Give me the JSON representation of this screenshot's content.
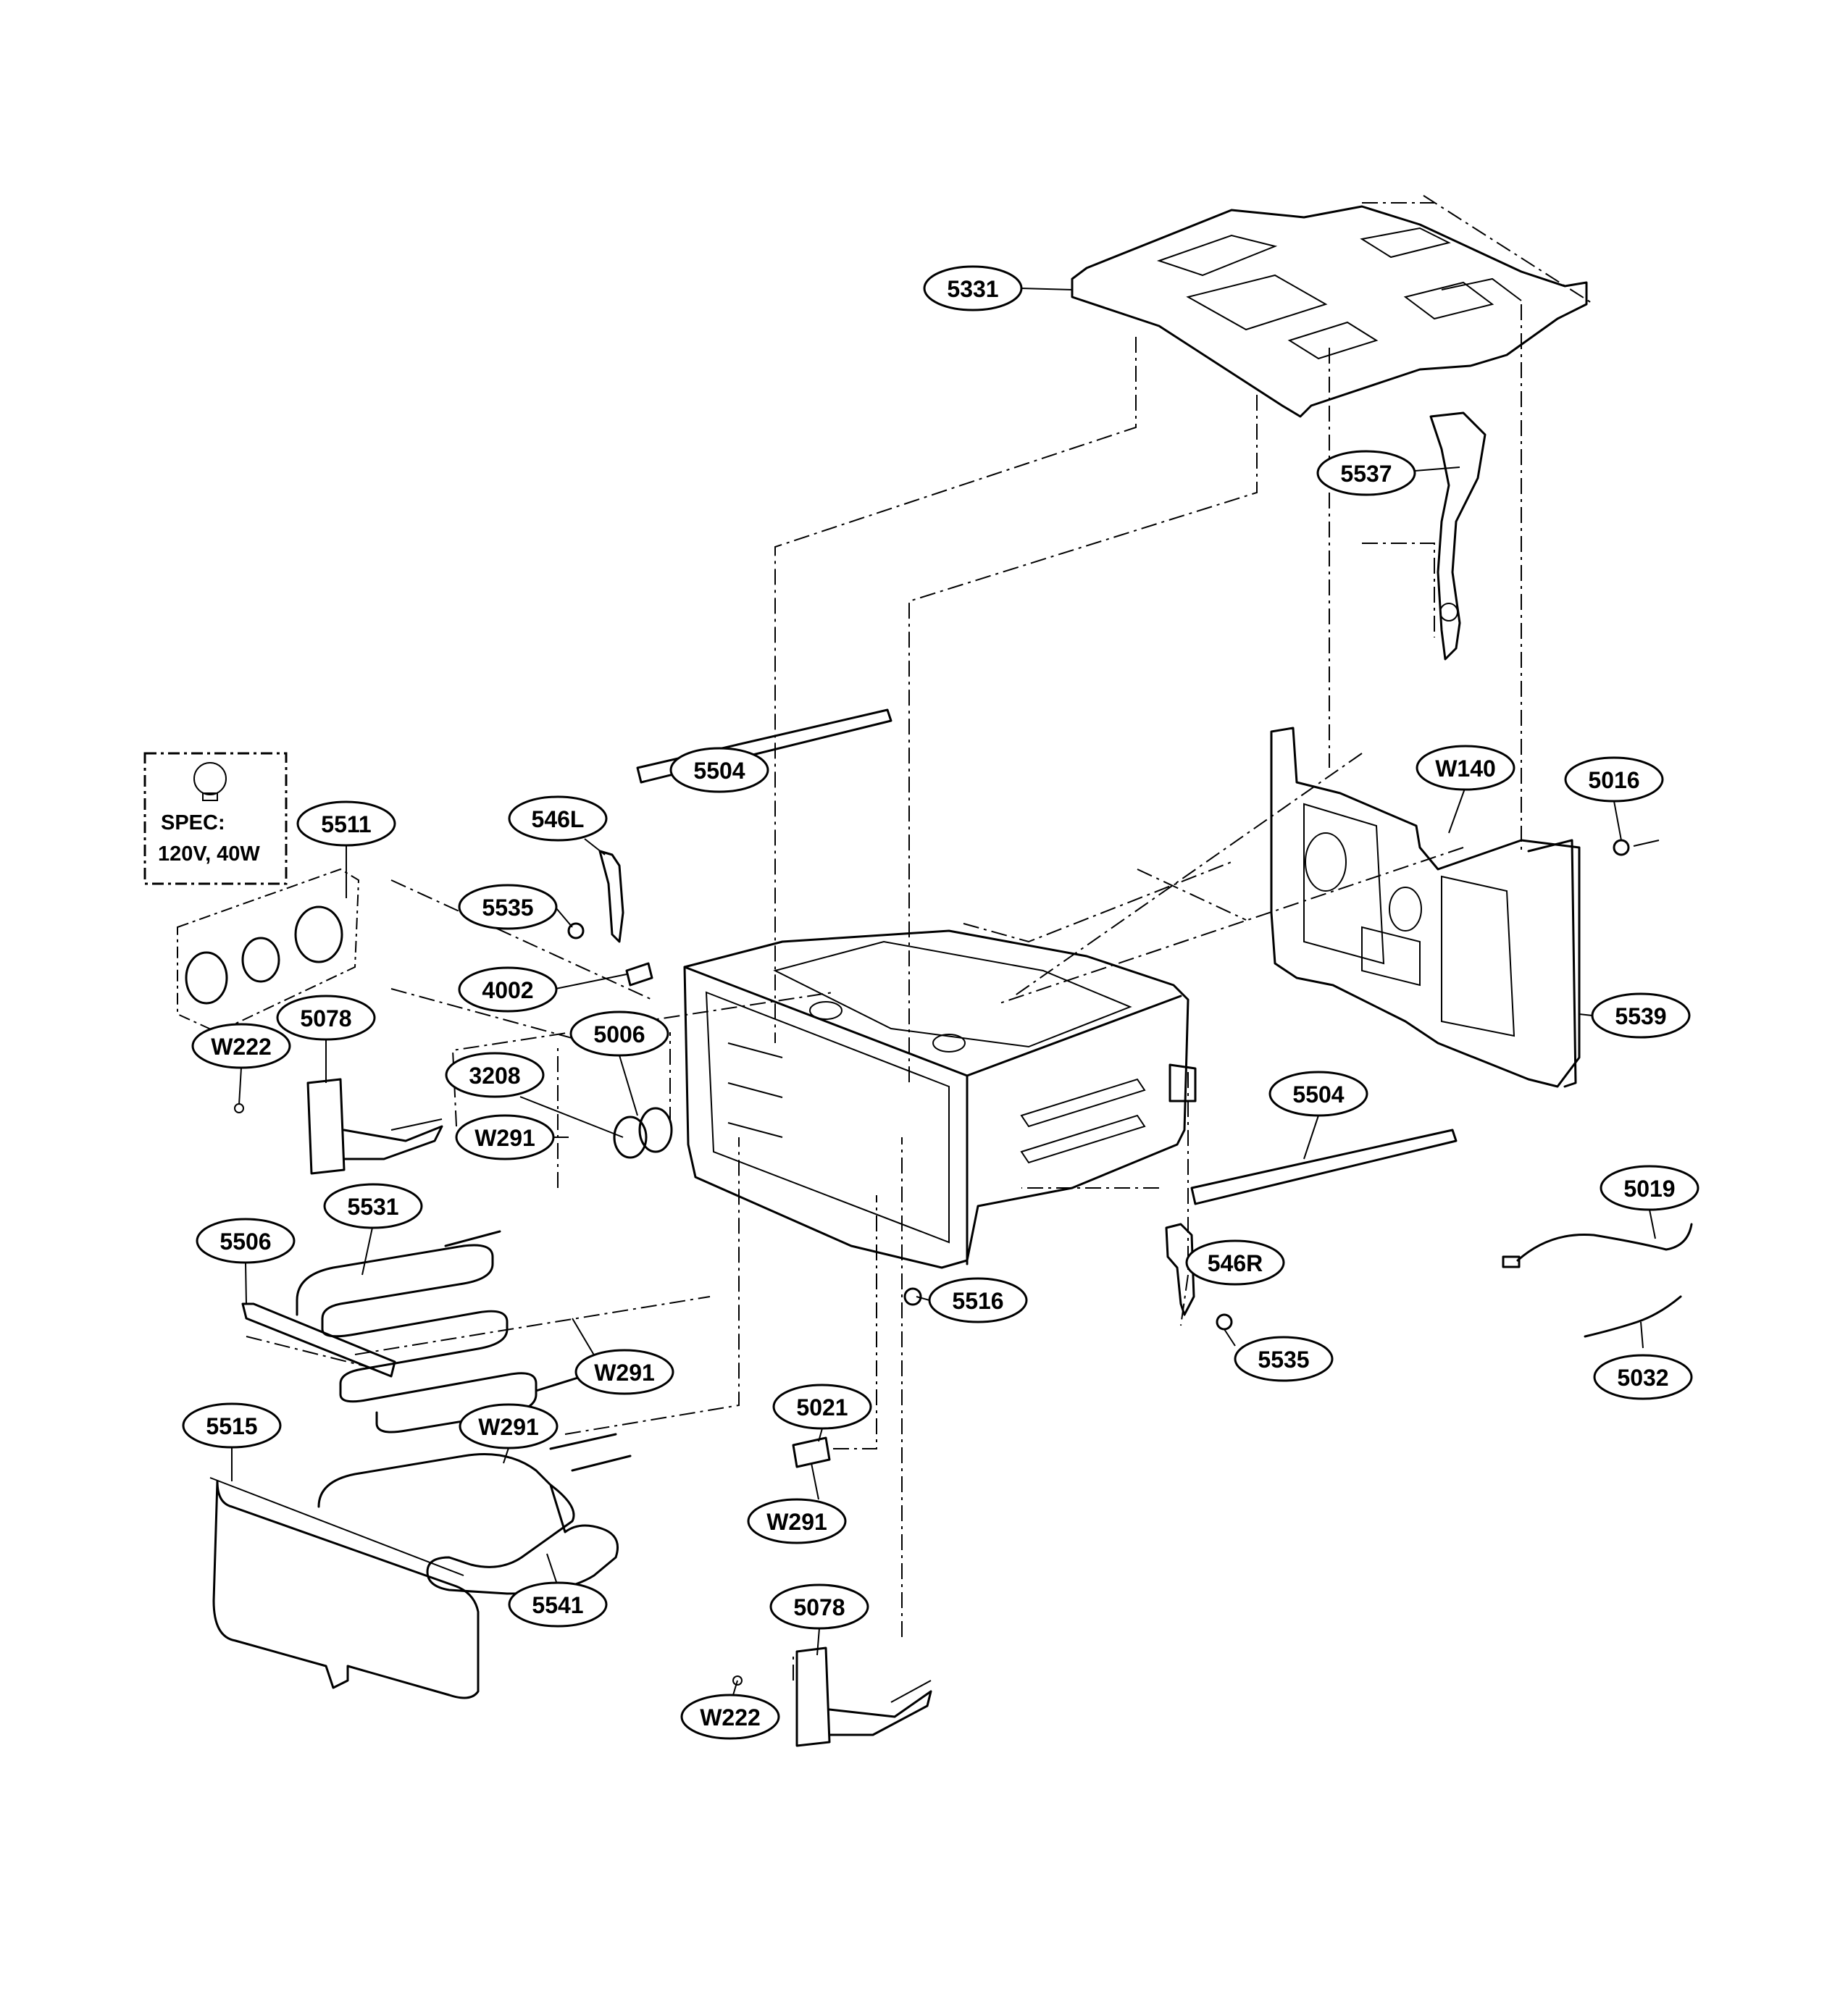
{
  "spec_box": {
    "line1": "SPEC:",
    "line2": "120V, 40W"
  },
  "callouts": {
    "c5331": "5331",
    "c5537": "5537",
    "c5504a": "5504",
    "c546L": "546L",
    "cW140": "W140",
    "c5016": "5016",
    "c5511": "5511",
    "c5535a": "5535",
    "c4002": "4002",
    "c5078a": "5078",
    "cW222a": "W222",
    "c5006": "5006",
    "c3208": "3208",
    "cW291a": "W291",
    "c5539": "5539",
    "c5504b": "5504",
    "c5019": "5019",
    "c5531": "5531",
    "c5506": "5506",
    "c546R": "546R",
    "c5516": "5516",
    "c5535b": "5535",
    "cW291b": "W291",
    "c5032": "5032",
    "c5515": "5515",
    "cW291c": "W291",
    "c5021": "5021",
    "cW291d": "W291",
    "c5541": "5541",
    "c5078b": "5078",
    "cW222b": "W222"
  }
}
